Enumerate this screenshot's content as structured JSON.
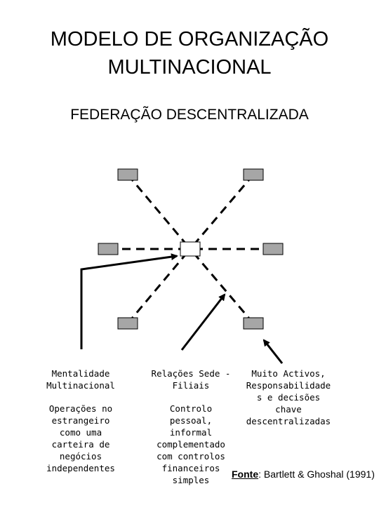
{
  "title": "MODELO DE ORGANIZAÇÃO\nMULTINACIONAL",
  "subtitle": "FEDERAÇÃO DESCENTRALIZADA",
  "diagram": {
    "center_node_color": "#ffffff",
    "subsidiary_color": "#a6a6a6",
    "line_style": "dashed",
    "subsidiaries": [
      "top-left",
      "top-right",
      "left",
      "right",
      "bottom-left",
      "bottom-right"
    ]
  },
  "notes": {
    "left_a": "Mentalidade\nMultinacional",
    "left_b": "Operações no\nestrangeiro\ncomo uma\ncarteira de\nnegócios\nindependentes",
    "middle_a": "Relações Sede -\nFiliais",
    "middle_b": "Controlo\npessoal,\ninformal\ncomplementado\ncom controlos\nfinanceiros\nsimples",
    "right": "Muito Activos,\nResponsabilidade\ns e decisões\nchave\ndescentralizadas"
  },
  "source": {
    "label": "Fonte",
    "text": ": Bartlett & Ghoshal (1991)"
  }
}
